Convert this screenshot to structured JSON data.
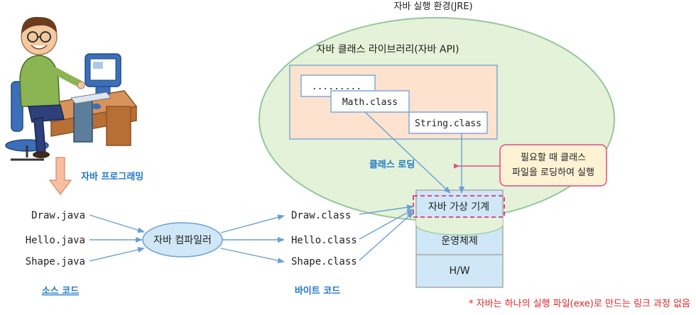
{
  "jre_title": "자바 실행 환경(JRE)",
  "library_title": "자바 클래스 라이브러리(자바 API)",
  "library_classes": {
    "dots": ".........",
    "math": "Math.class",
    "string": "String.class"
  },
  "class_loading_label": "클래스 로딩",
  "callout_lines": [
    "필요할 때 클래스",
    "파일을 로딩하여 실행"
  ],
  "programming_label": "자바 프로그래밍",
  "source_files": [
    "Draw.java",
    "Hello.java",
    "Shape.java"
  ],
  "compiler_label": "자바 컴파일러",
  "class_files": [
    "Draw.class",
    "Hello.class",
    "Shape.class"
  ],
  "source_caption": "소스 코드",
  "bytecode_caption": "바이트 코드",
  "stack_layers": {
    "jvm": "자바 가상 기계",
    "os": "운영체제",
    "hw": "H/W"
  },
  "note": "* 자바는 하나의 실행 파일(exe)로 만드는 링크 과정 없음",
  "colors": {
    "arrow": "#6a9fd6",
    "blue_text": "#1f77c8",
    "jre_fill": "#e4f2d9",
    "jre_stroke": "#94c79a",
    "library_fill": "#fde3cf",
    "library_stroke": "#7fa9d6",
    "callout_fill": "#fdf3d4",
    "callout_stroke": "#e5487d",
    "stack_fill": "#cfe7f6",
    "dashed": "#e0338a",
    "note": "#e0252b"
  }
}
